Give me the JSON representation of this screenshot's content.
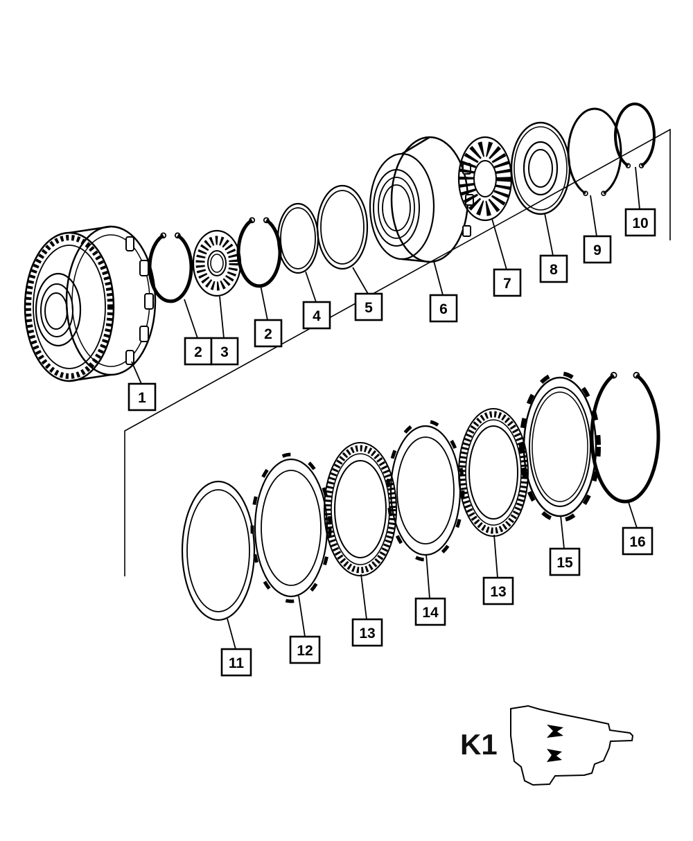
{
  "page": {
    "background_color": "#ffffff",
    "line_color": "#000000"
  },
  "diagram": {
    "assembly_label": "K1",
    "callouts": [
      {
        "label": "1"
      },
      {
        "label": "2"
      },
      {
        "label": "3"
      },
      {
        "label": "2"
      },
      {
        "label": "4"
      },
      {
        "label": "5"
      },
      {
        "label": "6"
      },
      {
        "label": "7"
      },
      {
        "label": "8"
      },
      {
        "label": "9"
      },
      {
        "label": "10"
      },
      {
        "label": "11"
      },
      {
        "label": "12"
      },
      {
        "label": "13"
      },
      {
        "label": "14"
      },
      {
        "label": "13"
      },
      {
        "label": "15"
      },
      {
        "label": "16"
      }
    ]
  }
}
